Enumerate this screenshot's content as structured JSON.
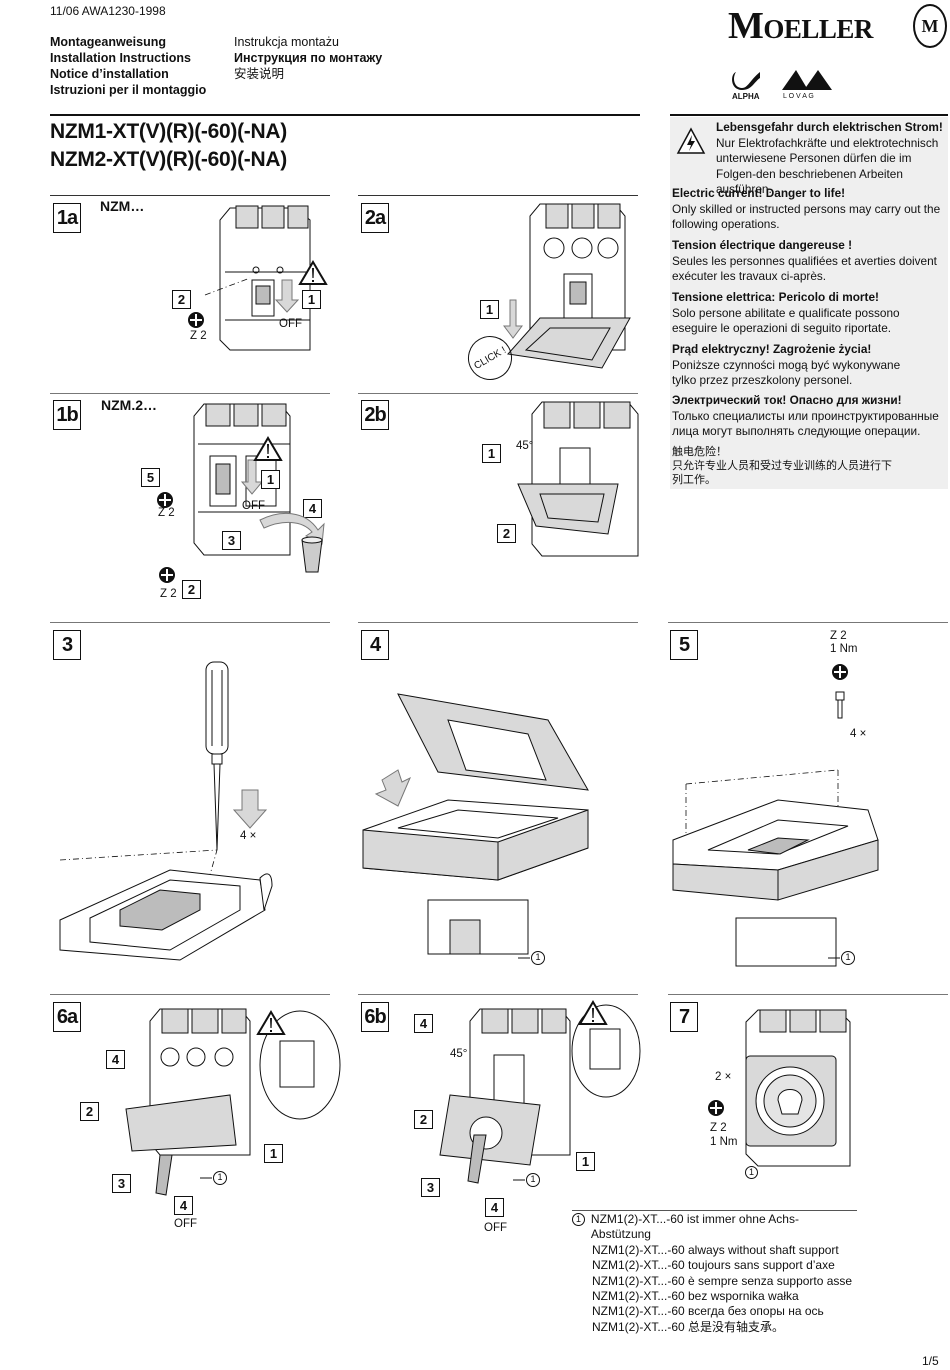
{
  "doc_code": "11/06 AWA1230-1998",
  "header": {
    "left_titles": [
      "Montageanweisung",
      "Installation Instructions",
      "Notice d’installation",
      "Istruzioni per il montaggio"
    ],
    "right_titles": [
      "Instrukcja montażu",
      "Инструкция по монтажу",
      "安装说明"
    ]
  },
  "brand": {
    "name": "Moeller",
    "logo_letter": "M",
    "alpha_label": "ALPHA",
    "lovag_label": "L O V A G"
  },
  "product_titles": [
    "NZM1-XT(V)(R)(-60)(-NA)",
    "NZM2-XT(V)(R)(-60)(-NA)"
  ],
  "warning": [
    {
      "head": "Lebensgefahr durch elektrischen Strom!",
      "body": "Nur Elektrofachkräfte und elektrotechnisch unterwiesene Personen dürfen die im Folgen-den beschriebenen Arbeiten ausführen."
    },
    {
      "head": "Electric current! Danger to life!",
      "body": "Only skilled or instructed persons may carry out the following operations."
    },
    {
      "head": "Tension électrique dangereuse !",
      "body": "Seules les personnes qualifiées et averties doivent exécuter les travaux ci-après."
    },
    {
      "head": "Tensione elettrica: Pericolo di morte!",
      "body": "Solo persone abilitate e qualificate possono eseguire le operazioni di seguito riportate."
    },
    {
      "head": "Prąd elektryczny! Zagrożenie życia!",
      "body": "Poniższe czynności mogą być wykonywane tylko przez przeszkolony personel."
    },
    {
      "head": "Электрический ток! Опасно для жизни!",
      "body": "Только специалисты или проинструктированные лица могут выполнять следующие операции."
    },
    {
      "head": "触电危险！",
      "body": "只允许专业人员和受过专业训练的人员进行下列工作。"
    }
  ],
  "steps": {
    "s1a": {
      "id": "1a",
      "caption": "NZM…",
      "off": "OFF",
      "tool": "Z 2"
    },
    "s1b": {
      "id": "1b",
      "caption": "NZM.2…",
      "off": "OFF",
      "tool1": "Z 2",
      "tool2": "Z 2"
    },
    "s2a": {
      "id": "2a",
      "click": "CLICK !"
    },
    "s2b": {
      "id": "2b",
      "angle": "45°"
    },
    "s3": {
      "id": "3",
      "count": "4 ×"
    },
    "s4": {
      "id": "4",
      "ref": "1"
    },
    "s5": {
      "id": "5",
      "tool": "Z 2",
      "torque": "1 Nm",
      "count": "4 ×",
      "ref": "1"
    },
    "s6a": {
      "id": "6a",
      "off": "OFF",
      "ref": "1"
    },
    "s6b": {
      "id": "6b",
      "angle": "45°",
      "off": "OFF",
      "ref": "1"
    },
    "s7": {
      "id": "7",
      "count": "2 ×",
      "tool": "Z 2",
      "torque": "1 Nm",
      "ref": "1"
    }
  },
  "callouts": [
    "1",
    "2",
    "3",
    "4",
    "5"
  ],
  "notes": {
    "marker": "1",
    "lines": [
      "NZM1(2)-XT...-60 ist immer ohne Achs-Abstützung",
      "NZM1(2)-XT...-60 always without shaft support",
      "NZM1(2)-XT...-60 toujours sans support d’axe",
      "NZM1(2)-XT...-60 è sempre senza supporto asse",
      "NZM1(2)-XT...-60 bez wspornika wałka",
      "NZM1(2)-XT...-60 всегда без опоры на ось",
      "NZM1(2)-XT...-60  总是没有轴支承。"
    ]
  },
  "page_number": "1/5"
}
